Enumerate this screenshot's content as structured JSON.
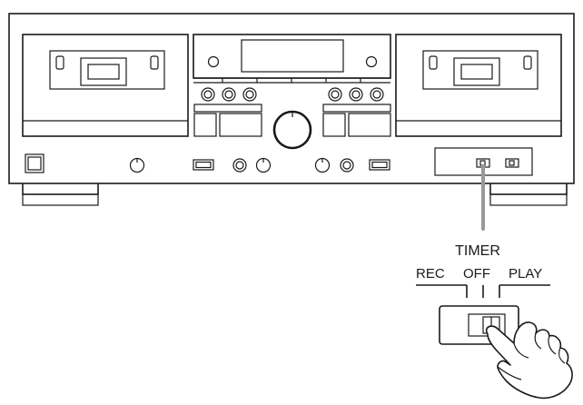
{
  "labels": {
    "timer": "TIMER",
    "rec": "REC",
    "off": "OFF",
    "play": "PLAY"
  },
  "colors": {
    "line": "#1a1a1a",
    "leader": "#999999",
    "background": "#ffffff"
  },
  "icons": {
    "pointer": "hand-pointer-icon"
  }
}
